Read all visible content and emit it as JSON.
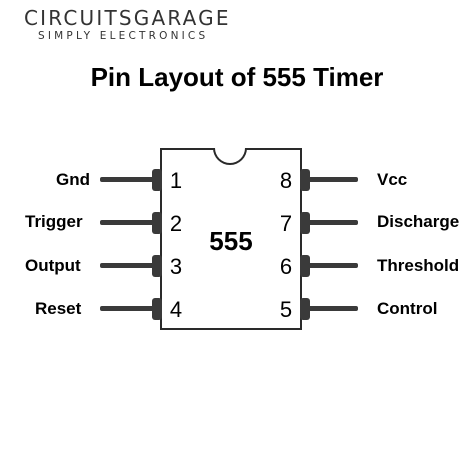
{
  "brand": "CIRCUITSGARAGE",
  "tagline": "SIMPLY ELECTRONICS",
  "title": "Pin Layout of 555 Timer",
  "chip_label": "555",
  "colors": {
    "pin": "#3a3a3a",
    "outline": "#2a2a2a",
    "text": "#000000"
  },
  "pins_left": [
    {
      "number": "1",
      "name": "Gnd"
    },
    {
      "number": "2",
      "name": "Trigger"
    },
    {
      "number": "3",
      "name": "Output"
    },
    {
      "number": "4",
      "name": "Reset"
    }
  ],
  "pins_right": [
    {
      "number": "8",
      "name": "Vcc"
    },
    {
      "number": "7",
      "name": "Discharge"
    },
    {
      "number": "6",
      "name": "Threshold"
    },
    {
      "number": "5",
      "name": "Control"
    }
  ]
}
